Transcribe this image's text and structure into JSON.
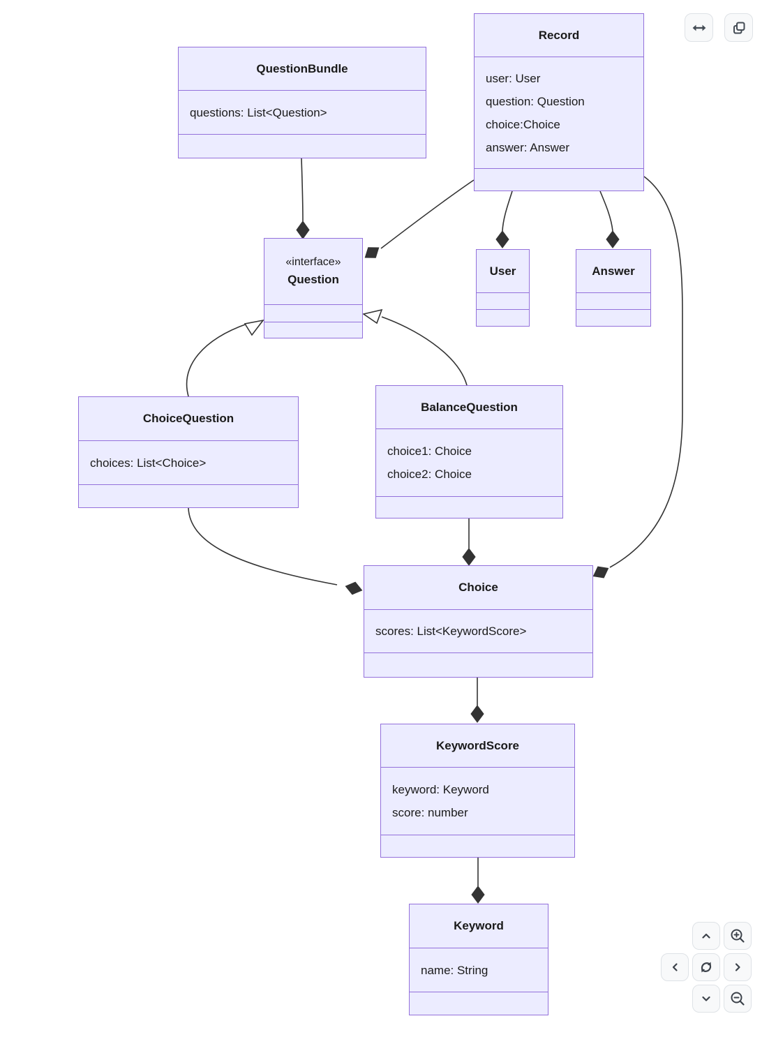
{
  "page": {
    "background": "#ffffff"
  },
  "colors": {
    "node_fill": "#ECECFF",
    "node_border": "#9370DB",
    "edge_line": "#333333",
    "button_bg": "#f8f9fa",
    "button_border": "#dee2e6",
    "icon_color": "#444c55"
  },
  "diagram": {
    "type": "uml-class-diagram",
    "classes": {
      "questionBundle": {
        "title": "QuestionBundle",
        "attrs": [
          "questions: List<Question>"
        ]
      },
      "record": {
        "title": "Record",
        "attrs": [
          "user: User",
          "question: Question",
          "choice:Choice",
          "answer: Answer"
        ]
      },
      "question": {
        "annotation": "«interface»",
        "title": "Question",
        "attrs": []
      },
      "user": {
        "title": "User",
        "attrs": []
      },
      "answer": {
        "title": "Answer",
        "attrs": []
      },
      "choiceQuestion": {
        "title": "ChoiceQuestion",
        "attrs": [
          "choices: List<Choice>"
        ]
      },
      "balanceQuestion": {
        "title": "BalanceQuestion",
        "attrs": [
          "choice1: Choice",
          "choice2: Choice"
        ]
      },
      "choice": {
        "title": "Choice",
        "attrs": [
          "scores: List<KeywordScore>"
        ]
      },
      "keywordScore": {
        "title": "KeywordScore",
        "attrs": [
          "keyword: Keyword",
          "score: number"
        ]
      },
      "keyword": {
        "title": "Keyword",
        "attrs": [
          "name: String"
        ]
      }
    },
    "relations": [
      {
        "source": "QuestionBundle",
        "target": "Question",
        "type": "composition"
      },
      {
        "source": "Record",
        "target": "Question",
        "type": "composition"
      },
      {
        "source": "Record",
        "target": "User",
        "type": "composition"
      },
      {
        "source": "Record",
        "target": "Answer",
        "type": "composition"
      },
      {
        "source": "Record",
        "target": "Choice",
        "type": "composition"
      },
      {
        "source": "ChoiceQuestion",
        "target": "Question",
        "type": "realization"
      },
      {
        "source": "BalanceQuestion",
        "target": "Question",
        "type": "realization"
      },
      {
        "source": "ChoiceQuestion",
        "target": "Choice",
        "type": "composition"
      },
      {
        "source": "BalanceQuestion",
        "target": "Choice",
        "type": "composition"
      },
      {
        "source": "Choice",
        "target": "KeywordScore",
        "type": "composition"
      },
      {
        "source": "KeywordScore",
        "target": "Keyword",
        "type": "composition"
      }
    ]
  },
  "toolbar": {
    "top_right": [
      {
        "name": "resize-horizontal",
        "icon": "swap-horizontal-icon"
      },
      {
        "name": "copy",
        "icon": "copy-icon"
      }
    ],
    "pan_zoom": [
      {
        "name": "pan-up",
        "icon": "chevron-up-icon"
      },
      {
        "name": "zoom-in",
        "icon": "magnifier-plus-icon"
      },
      {
        "name": "pan-left",
        "icon": "chevron-left-icon"
      },
      {
        "name": "reset-view",
        "icon": "sync-icon"
      },
      {
        "name": "pan-right",
        "icon": "chevron-right-icon"
      },
      {
        "name": "pan-down",
        "icon": "chevron-down-icon"
      },
      {
        "name": "zoom-out",
        "icon": "magnifier-minus-icon"
      }
    ]
  }
}
